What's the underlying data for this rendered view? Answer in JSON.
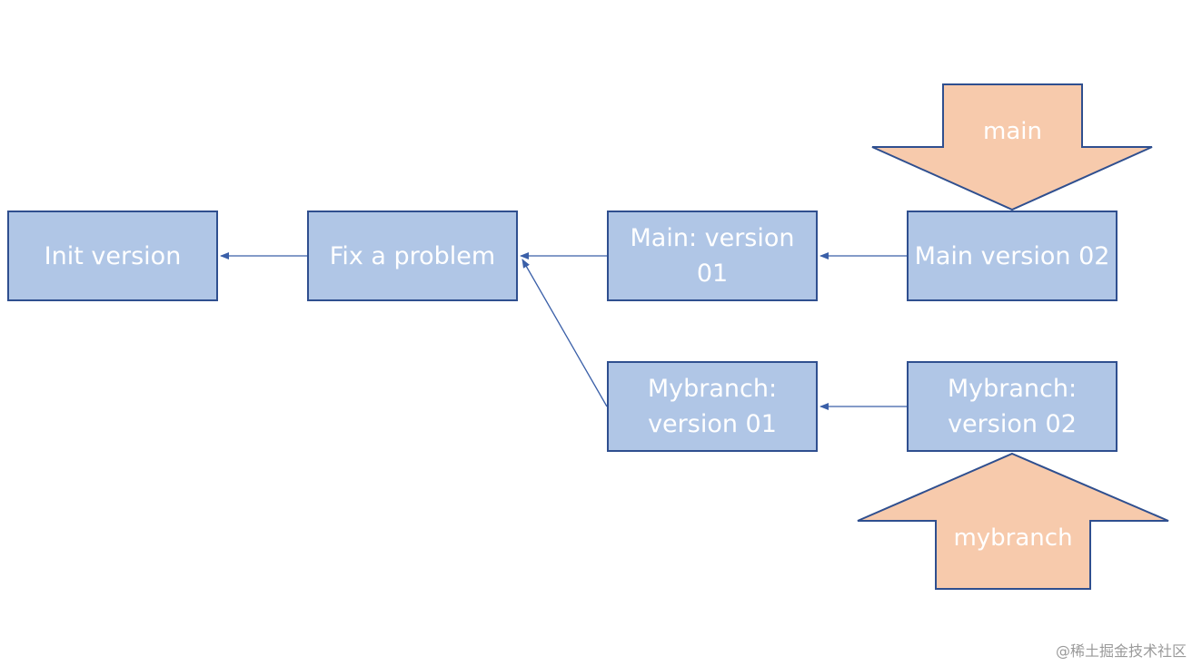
{
  "nodes": {
    "init": "Init version",
    "fix": "Fix a problem",
    "main_v1": "Main: version 01",
    "main_v2": "Main version 02",
    "branch_v1": "Mybranch: version 01",
    "branch_v2": "Mybranch: version 02"
  },
  "pointers": {
    "main": "main",
    "mybranch": "mybranch"
  },
  "watermark": "@稀土掘金技术社区",
  "colors": {
    "node_fill": "#b0c6e6",
    "node_border": "#2f4f8f",
    "pointer_fill": "#f7caac",
    "connector": "#3a5fa8",
    "text": "#ffffff"
  }
}
